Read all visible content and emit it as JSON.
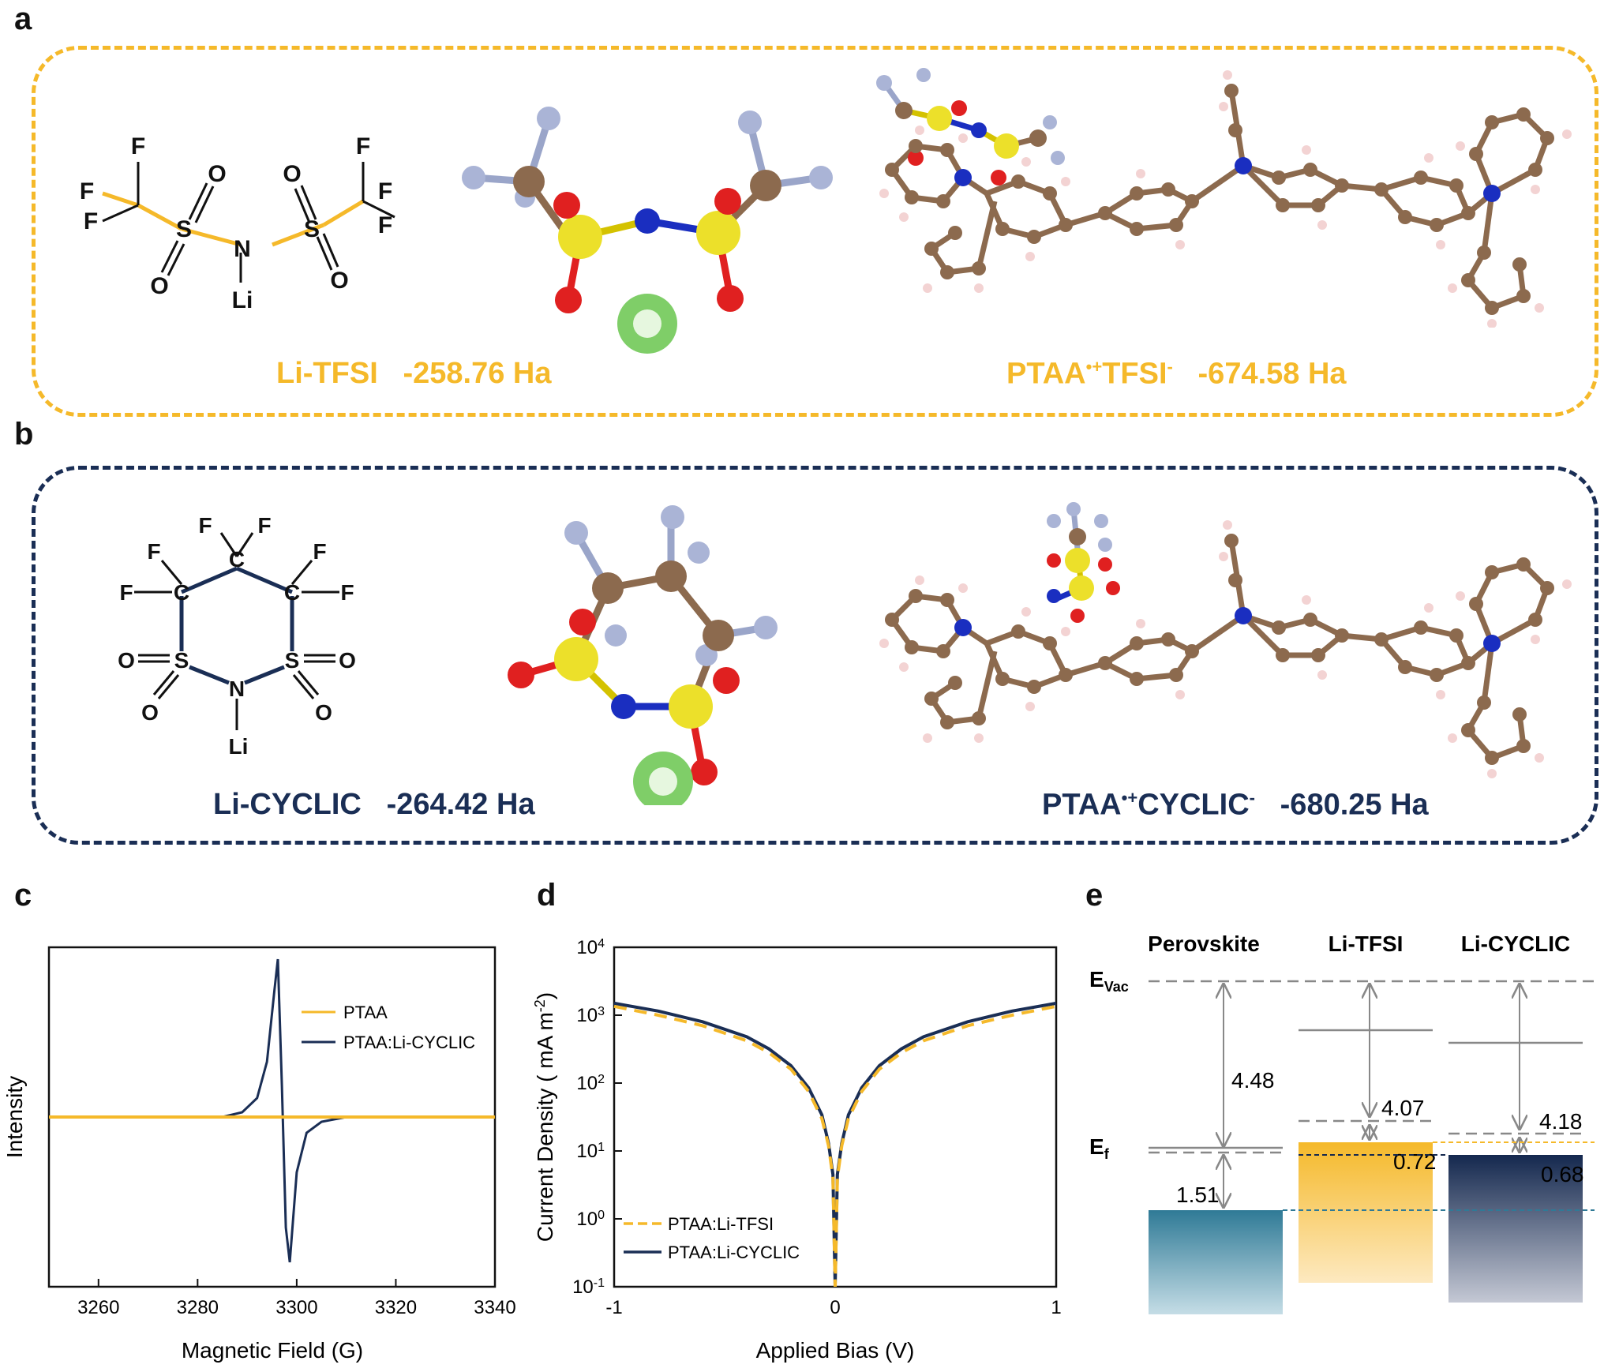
{
  "panels": {
    "a": {
      "letter": "a",
      "structure": {
        "F1": "F",
        "F2": "F",
        "F3": "F",
        "F4": "F",
        "F5": "F",
        "F6": "F",
        "S1": "S",
        "S2": "S",
        "O1": "O",
        "O2": "O",
        "O3": "O",
        "O4": "O",
        "N": "N",
        "Li": "Li"
      },
      "caption_left_name": "Li-TFSI",
      "caption_left_energy": "-258.76 Ha",
      "caption_right_name": "PTAA",
      "caption_right_sup1": "•+",
      "caption_right_name2": "TFSI",
      "caption_right_sup2": "-",
      "caption_right_energy": "-674.58 Ha"
    },
    "b": {
      "letter": "b",
      "structure": {
        "F1": "F",
        "F2": "F",
        "F3": "F",
        "F4": "F",
        "F5": "F",
        "F6": "F",
        "C1": "C",
        "C2": "C",
        "C3": "C",
        "S1": "S",
        "S2": "S",
        "O1": "O",
        "O2": "O",
        "O3": "O",
        "O4": "O",
        "N": "N",
        "Li": "Li"
      },
      "caption_left_name": "Li-CYCLIC",
      "caption_left_energy": "-264.42 Ha",
      "caption_right_name": "PTAA",
      "caption_right_sup1": "•+",
      "caption_right_name2": "CYCLIC",
      "caption_right_sup2": "-",
      "caption_right_energy": "-680.25 Ha"
    },
    "c": {
      "letter": "c"
    },
    "d": {
      "letter": "d"
    },
    "e": {
      "letter": "e"
    }
  },
  "chart_data": [
    {
      "type": "line",
      "panel": "c",
      "xlabel": "Magnetic Field (G)",
      "ylabel": "Intensity",
      "xlim": [
        3250,
        3340
      ],
      "xticks": [
        "3260",
        "3280",
        "3300",
        "3320",
        "3340"
      ],
      "legend_position": "top-right",
      "series": [
        {
          "name": "PTAA",
          "color": "#f5b92a",
          "x": [
            3250,
            3340
          ],
          "y": [
            0,
            0
          ]
        },
        {
          "name": "PTAA:Li-CYCLIC",
          "color": "#1a2e55",
          "x": [
            3250,
            3285,
            3289,
            3292,
            3294,
            3295.5,
            3296.2,
            3297,
            3297.8,
            3298.6,
            3300,
            3302,
            3305,
            3310,
            3340
          ],
          "y": [
            0,
            0,
            0.03,
            0.12,
            0.35,
            0.8,
            1.0,
            0.2,
            -0.7,
            -0.92,
            -0.35,
            -0.1,
            -0.03,
            0,
            0
          ]
        }
      ]
    },
    {
      "type": "line",
      "panel": "d",
      "xlabel": "Applied Bias (V)",
      "ylabel": "Current Density ( mA m",
      "ylabel_sup": "-2",
      "ylabel_end": ")",
      "xlim": [
        -1,
        1
      ],
      "ylim": [
        0.1,
        10000
      ],
      "yscale": "log",
      "xticks": [
        "-1",
        "0",
        "1"
      ],
      "yticks": [
        {
          "base": "10",
          "exp": "-1"
        },
        {
          "base": "10",
          "exp": "0"
        },
        {
          "base": "10",
          "exp": "1"
        },
        {
          "base": "10",
          "exp": "2"
        },
        {
          "base": "10",
          "exp": "3"
        },
        {
          "base": "10",
          "exp": "4"
        }
      ],
      "legend_position": "bottom-left",
      "series": [
        {
          "name": "PTAA:Li-TFSI",
          "color": "#f5b92a",
          "dashed": true,
          "x": [
            -1,
            -0.8,
            -0.6,
            -0.4,
            -0.3,
            -0.2,
            -0.12,
            -0.06,
            -0.03,
            -0.01,
            0,
            0.01,
            0.03,
            0.06,
            0.12,
            0.2,
            0.3,
            0.4,
            0.6,
            0.8,
            1
          ],
          "y": [
            1350,
            1000,
            700,
            420,
            280,
            160,
            75,
            30,
            12,
            4,
            0.1,
            4,
            12,
            30,
            75,
            160,
            280,
            420,
            700,
            1000,
            1350
          ]
        },
        {
          "name": "PTAA:Li-CYCLIC",
          "color": "#1a2e55",
          "dashed": false,
          "x": [
            -1,
            -0.8,
            -0.6,
            -0.4,
            -0.3,
            -0.2,
            -0.12,
            -0.06,
            -0.03,
            -0.01,
            0,
            0.01,
            0.03,
            0.06,
            0.12,
            0.2,
            0.3,
            0.4,
            0.6,
            0.8,
            1
          ],
          "y": [
            1500,
            1150,
            800,
            480,
            320,
            180,
            85,
            34,
            13,
            4.5,
            0.1,
            4.5,
            13,
            34,
            85,
            180,
            320,
            480,
            800,
            1150,
            1500
          ]
        }
      ]
    }
  ],
  "energy_diagram": {
    "columns": [
      {
        "name": "Perovskite",
        "work_function": "4.48",
        "gap": "1.51",
        "color_top": "#2f7a96",
        "color_bottom": "#c5dde6"
      },
      {
        "name": "Li-TFSI",
        "work_function": "4.07",
        "gap": "0.72",
        "color_top": "#f5b92a",
        "color_bottom": "#fde9c0"
      },
      {
        "name": "Li-CYCLIC",
        "work_function": "4.18",
        "gap": "0.68",
        "color_top": "#14284e",
        "color_bottom": "#c4c8d4"
      }
    ],
    "label_vac_main": "E",
    "label_vac_sub": "Vac",
    "label_f_main": "E",
    "label_f_sub": "f"
  }
}
